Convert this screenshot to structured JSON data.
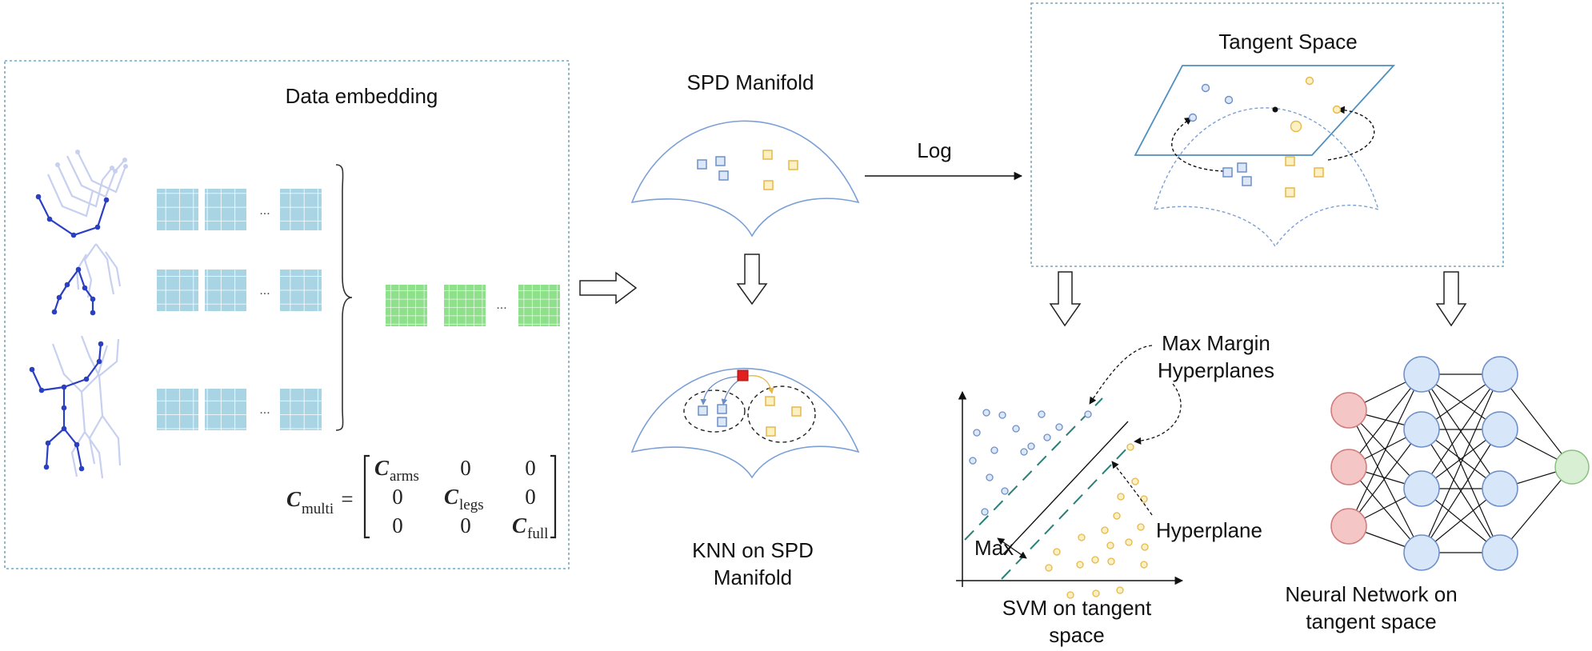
{
  "labels": {
    "data_embedding": "Data embedding",
    "spd_manifold": "SPD Manifold",
    "log": "Log",
    "tangent_space": "Tangent Space",
    "knn_line1": "KNN on SPD",
    "knn_line2": "Manifold",
    "svm_line1": "SVM on tangent",
    "svm_line2": "space",
    "max_margin_line1": "Max Margin",
    "max_margin_line2": "Hyperplanes",
    "hyperplane": "Hyperplane",
    "max": "Max",
    "nn_line1": "Neural Network on",
    "nn_line2": "tangent space",
    "ellipsis": "..."
  },
  "equation": {
    "lhs": "C",
    "lhs_sub": "multi",
    "equals": "=",
    "zero": "0",
    "c_arms": "C",
    "sub_arms": "arms",
    "c_legs": "C",
    "sub_legs": "legs",
    "c_full": "C",
    "sub_full": "full"
  },
  "colors": {
    "frame_dashed": "#6fa8c6",
    "matrix_blue": "#a9d4e4",
    "matrix_green": "#8fe08a",
    "skeleton_dark": "#2a3fc2",
    "skeleton_light": "#c7d0ef",
    "point_blue_fill": "#dce8f7",
    "point_blue_stroke": "#6d8fc7",
    "point_orange_fill": "#fdf0c2",
    "point_orange_stroke": "#e5b84a",
    "plane_stroke": "#4f8fbf",
    "manifold_stroke": "#7aa0d6",
    "nn_input": "#f4c6c6",
    "nn_hidden": "#d8e6fa",
    "nn_output": "#d9efd3",
    "svm_margin": "#2a7f7a",
    "query_red": "#e02020"
  }
}
